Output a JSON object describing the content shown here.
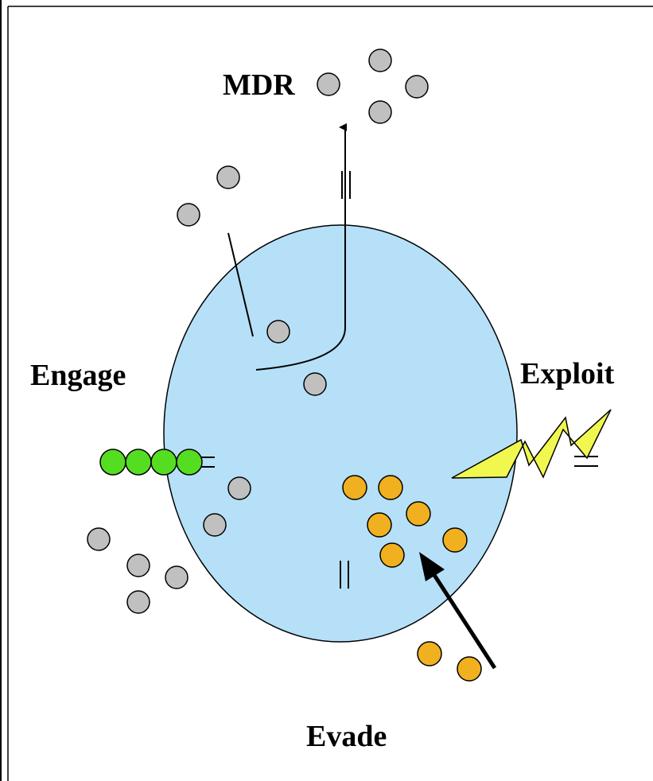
{
  "labels": {
    "mdr": "MDR",
    "engage": "Engage",
    "exploit": "Exploit",
    "evade": "Evade"
  },
  "colors": {
    "background": "#ffffff",
    "cell_fill": "#b5e0f8",
    "cell_stroke": "#000000",
    "drug_molecule": "#c0c0c0",
    "green_ligand": "#55dd22",
    "orange_molecule": "#f0b020",
    "lightning": "#f0f850"
  },
  "icons": {
    "cell": "cell-ellipse",
    "drug": "grey-circle-molecule",
    "ligand_chain": "green-bead-chain",
    "lightning": "lightning-bolt-icon",
    "efflux_arrow": "arrow-up-icon",
    "entry_arrow": "arrow-up-left-icon"
  }
}
